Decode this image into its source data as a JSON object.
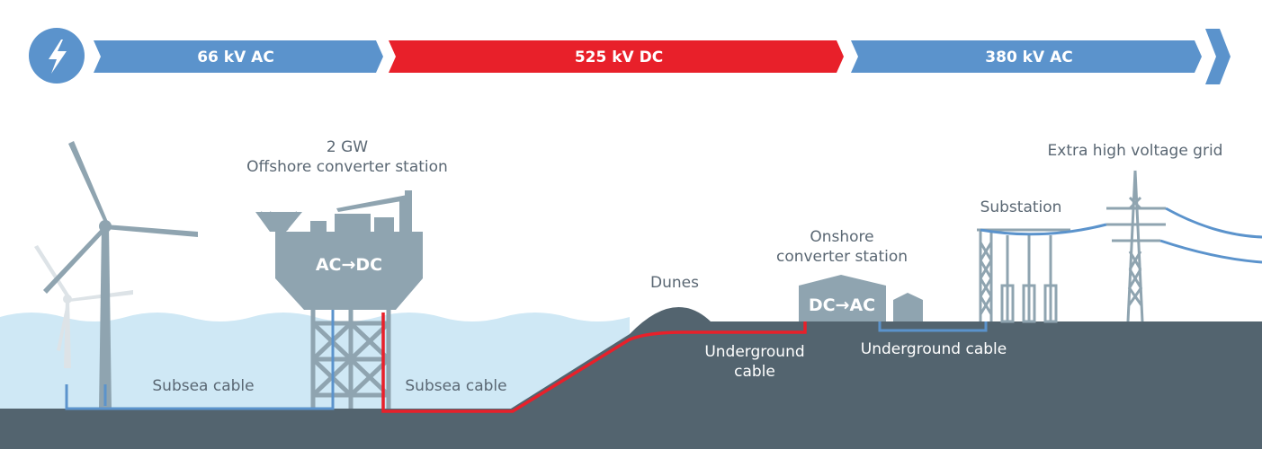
{
  "banner": {
    "segments": [
      {
        "label": "66 kV AC",
        "color": "#5b93cc"
      },
      {
        "label": "525 kV DC",
        "color": "#e8202a"
      },
      {
        "label": "380 kV AC",
        "color": "#5b93cc"
      }
    ],
    "icon": "lightning-bolt-icon"
  },
  "labels": {
    "offshore_capacity": "2 GW",
    "offshore_station": "Offshore converter station",
    "offshore_box": "AC→DC",
    "subsea_cable_1": "Subsea cable",
    "subsea_cable_2": "Subsea cable",
    "dunes": "Dunes",
    "underground_cable_1_line1": "Underground",
    "underground_cable_1_line2": "cable",
    "onshore_station_line1": "Onshore",
    "onshore_station_line2": "converter station",
    "onshore_box": "DC→AC",
    "underground_cable_2": "Underground cable",
    "substation": "Substation",
    "grid": "Extra high voltage grid"
  },
  "colors": {
    "ac": "#5b93cc",
    "dc": "#e8202a",
    "sea": "#cfe8f5",
    "ground": "#53646f",
    "structure": "#8fa4b0"
  }
}
